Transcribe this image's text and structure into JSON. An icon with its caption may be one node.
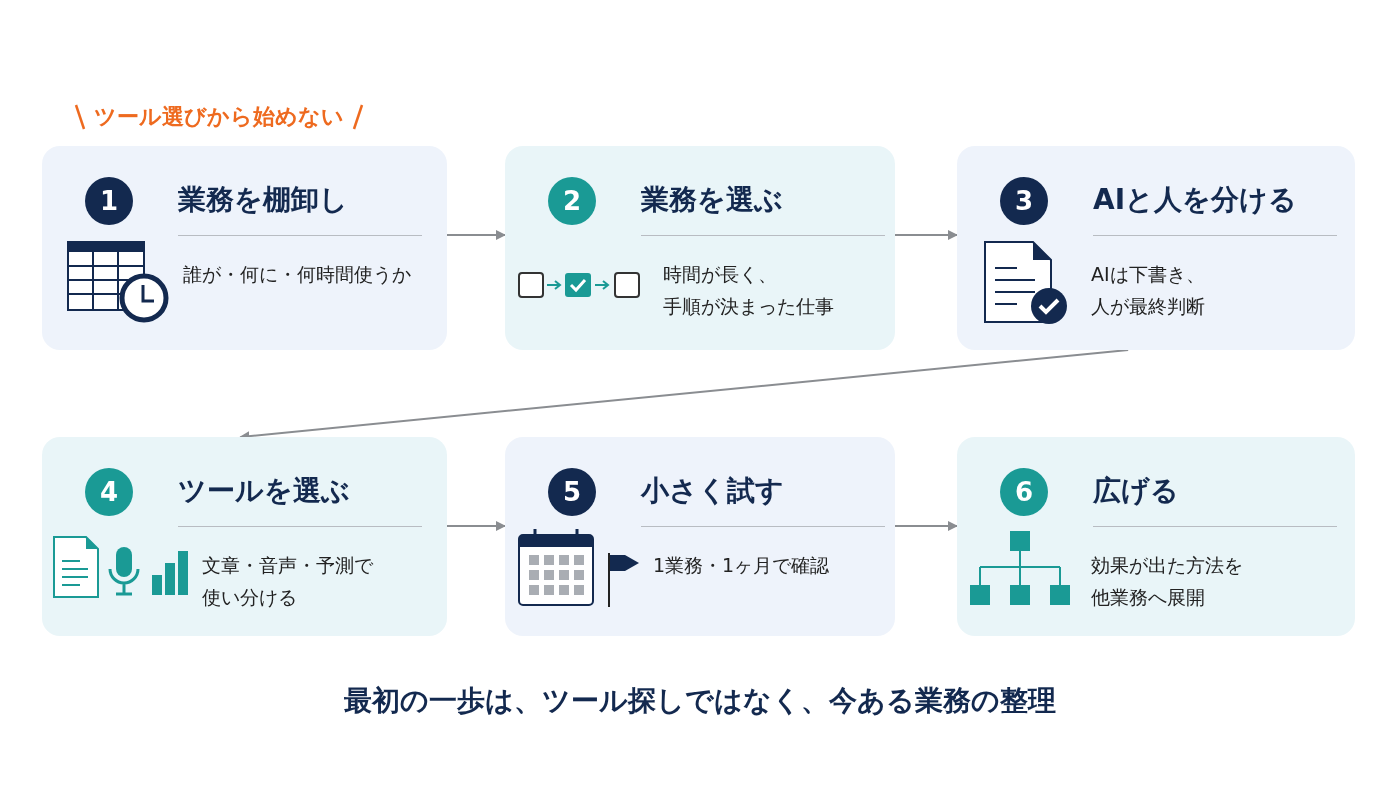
{
  "diagram": {
    "caption": "最初の一歩は、ツール探しではなく、今ある業務の整理",
    "nodes": [
      {
        "text": [
          "1",
          "業務を棚卸し",
          "誰が・何に・何時間使うか"
        ]
      },
      {
        "text": [
          "2",
          "業務を選ぶ",
          "時間が長く、手順が決まった仕事"
        ]
      },
      {
        "text": [
          "3",
          "AIと人を分ける",
          "AIは下書き、人が最終判断"
        ]
      },
      {
        "text": [
          "4",
          "ツールを選ぶ",
          "文章・音声・予測で使い分ける"
        ]
      },
      {
        "text": [
          "5",
          "小さく試す",
          "1業務・1ヶ月で確認"
        ]
      },
      {
        "text": [
          "6",
          "広げる",
          "効果が出た方法を他業務へ展開"
        ]
      }
    ],
    "edges": [
      {
        "from": 0,
        "to": 1,
        "arrow": "to"
      },
      {
        "from": 1,
        "to": 2,
        "arrow": "to"
      },
      {
        "from": 2,
        "to": 3,
        "arrow": "to"
      },
      {
        "from": 3,
        "to": 4,
        "arrow": "to"
      },
      {
        "from": 4,
        "to": 5,
        "arrow": "to"
      }
    ],
    "labels": [
      "ツール選びから始めない"
    ]
  }
}
